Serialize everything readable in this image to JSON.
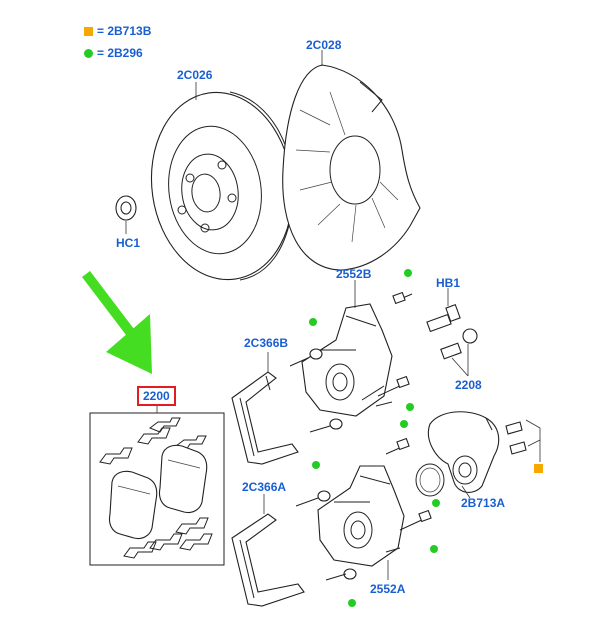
{
  "legend": {
    "square_color": "#f7a800",
    "square_text": "= 2B713B",
    "dot_color": "#22cc22",
    "dot_text": "= 2B296"
  },
  "labels": {
    "disc": "2C026",
    "shield": "2C028",
    "hub_nut": "HC1",
    "bracket_bolt_top": "2552B",
    "bleed_screw": "HB1",
    "cap": "2208",
    "caliper_upper": "2C366B",
    "pads_kit": "2200",
    "caliper_lower": "2C366A",
    "bracket_bolt_bottom": "2552A",
    "motor": "2B713A"
  },
  "colors": {
    "label": "#1a5fd1",
    "arrow": "#44dd22",
    "highlight_box": "#e31b23"
  }
}
